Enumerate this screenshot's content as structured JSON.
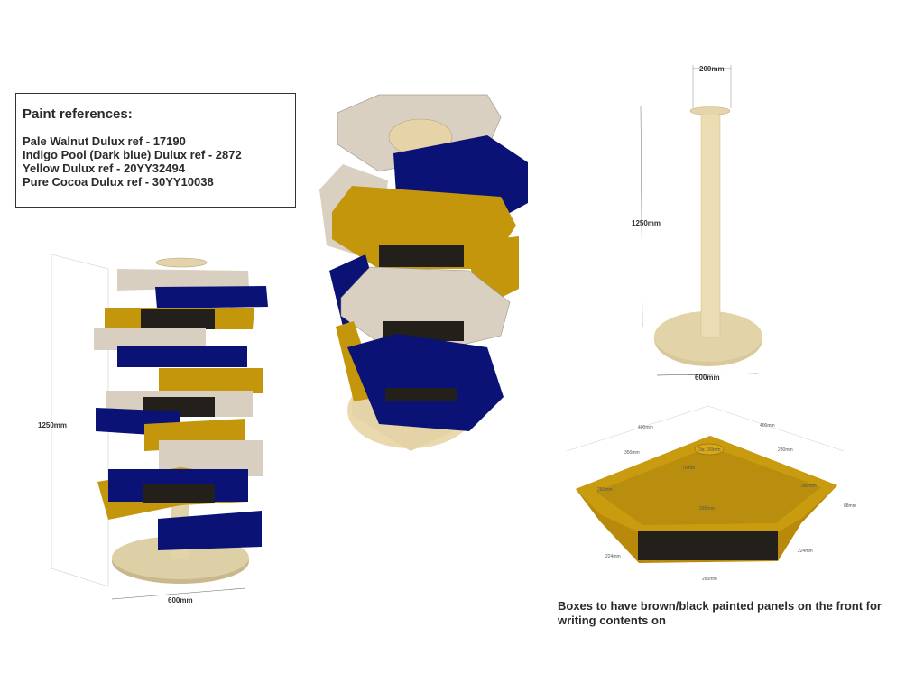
{
  "paint_references": {
    "title": "Paint references:",
    "items": [
      "Pale Walnut Dulux ref - 17190",
      "Indigo Pool (Dark blue) Dulux ref - 2872",
      "Yellow Dulux ref - 20YY32494",
      "Pure Cocoa Dulux ref - 30YY10038"
    ]
  },
  "colors": {
    "yellow": "#c4960c",
    "blue": "#0b1276",
    "beige": "#d9d0c2",
    "panel": "#231f1a",
    "wood": "#e6d3a8"
  },
  "left_model": {
    "height_label": "1250mm",
    "base_label": "600mm"
  },
  "stand": {
    "top_label": "200mm",
    "height_label": "1250mm",
    "base_label": "600mm"
  },
  "box_detail": {
    "labels": [
      "400mm",
      "400mm",
      "350mm",
      "280mm",
      "280mm",
      "280mm",
      "70mm",
      "Dia 100mm",
      "265mm",
      "88mm",
      "224mm",
      "224mm",
      "265mm"
    ]
  },
  "note": "Boxes to have brown/black painted panels on the front for writing contents on"
}
